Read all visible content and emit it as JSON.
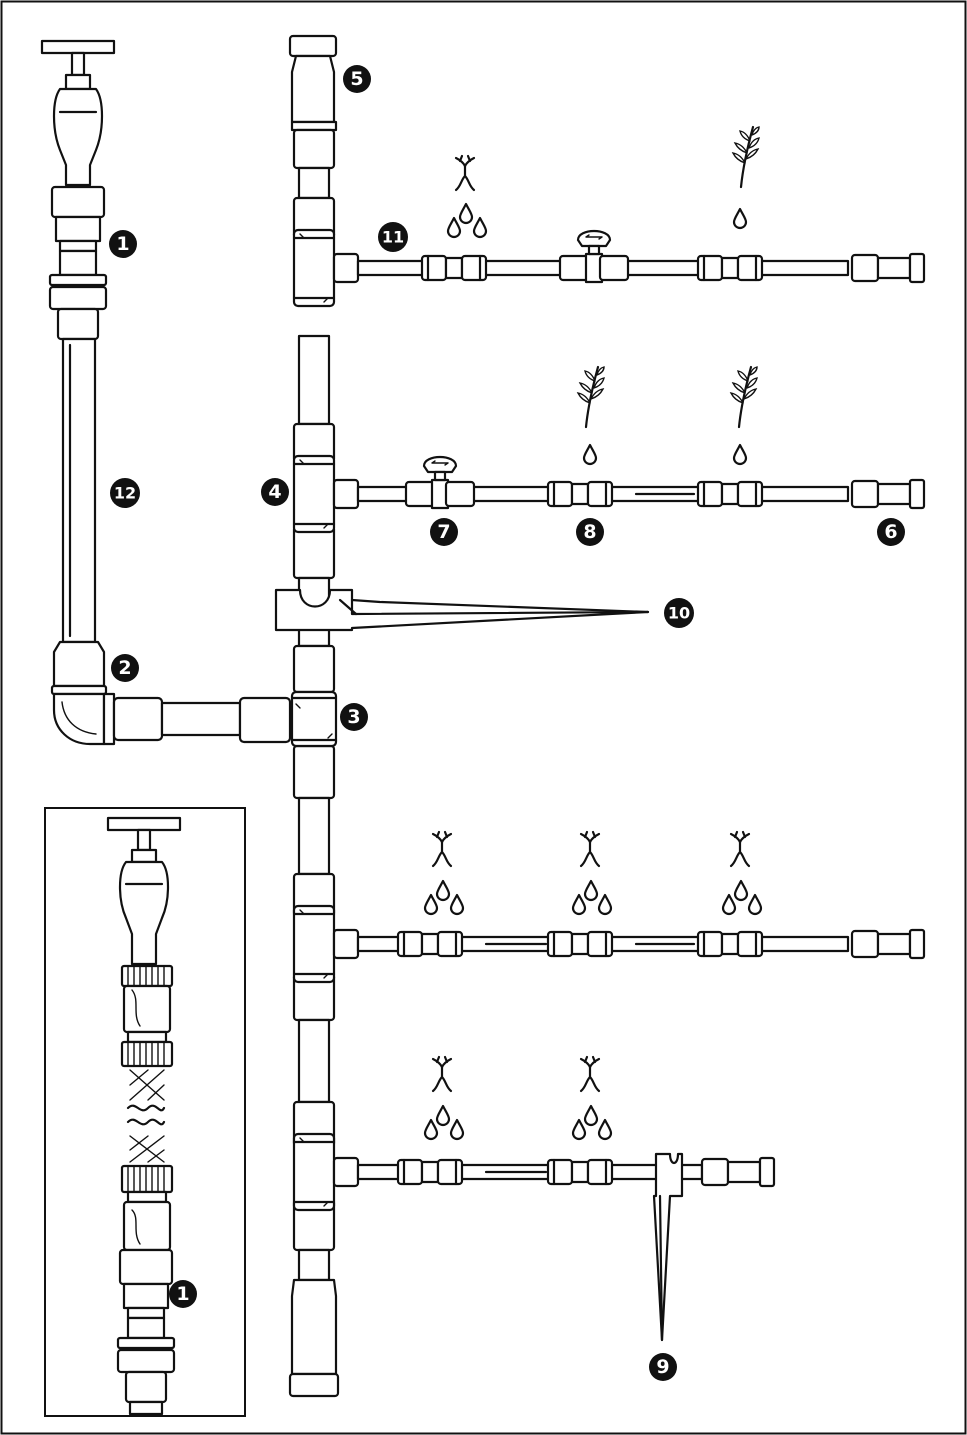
{
  "diagram": {
    "description_free": true,
    "colors": {
      "line": "#111111",
      "fill": "#ffffff",
      "badge": "#111111",
      "badge_text": "#ffffff"
    },
    "callouts": [
      {
        "id": "c1",
        "label": "1"
      },
      {
        "id": "c1b",
        "label": "1"
      },
      {
        "id": "c2",
        "label": "2"
      },
      {
        "id": "c3",
        "label": "3"
      },
      {
        "id": "c4",
        "label": "4"
      },
      {
        "id": "c5",
        "label": "5"
      },
      {
        "id": "c6",
        "label": "6"
      },
      {
        "id": "c7",
        "label": "7"
      },
      {
        "id": "c8",
        "label": "8"
      },
      {
        "id": "c9",
        "label": "9"
      },
      {
        "id": "c10",
        "label": "10"
      },
      {
        "id": "c11",
        "label": "11"
      },
      {
        "id": "c12",
        "label": "12"
      }
    ],
    "icons": [
      "tap-icon",
      "sprout-icon",
      "herb-icon",
      "water-drop-icon",
      "valve-icon",
      "stake-icon",
      "hose-icon"
    ]
  }
}
